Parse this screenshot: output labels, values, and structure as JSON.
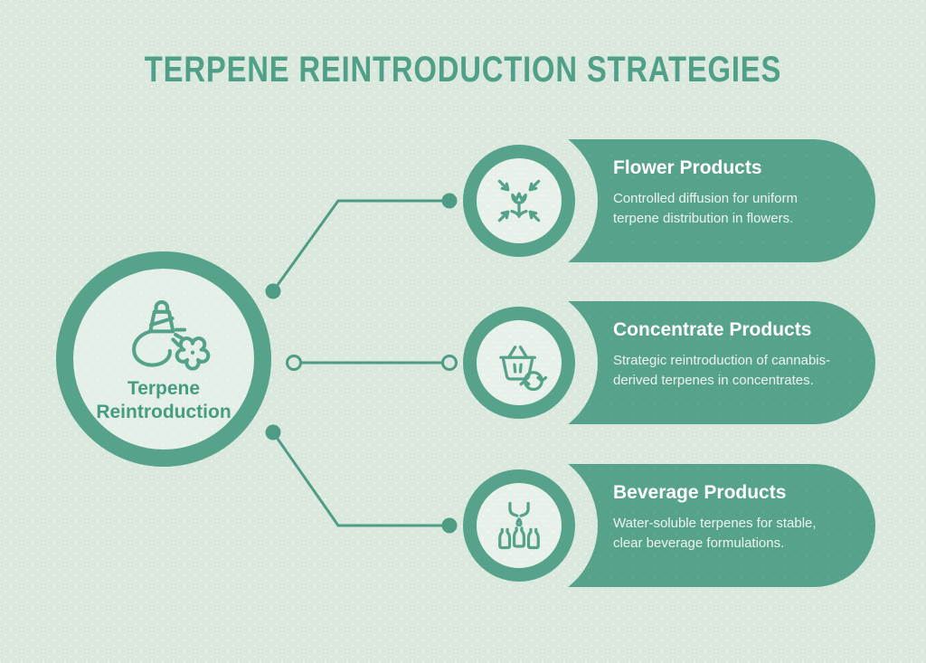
{
  "title": "TERPENE REINTRODUCTION STRATEGIES",
  "center": {
    "icon": "atomizer-flower-icon",
    "label_line1": "Terpene",
    "label_line2": "Reintroduction"
  },
  "branches": [
    {
      "icon": "flower-diffusion-icon",
      "title": "Flower Products",
      "description": "Controlled diffusion for uniform terpene distribution in flowers."
    },
    {
      "icon": "basket-recycle-icon",
      "title": "Concentrate Products",
      "description": "Strategic reintroduction of cannabis-derived terpenes in concentrates."
    },
    {
      "icon": "bottles-droplet-icon",
      "title": "Beverage Products",
      "description": "Water-soluble terpenes for stable, clear beverage formulations."
    }
  ],
  "colors": {
    "background": "#dae8de",
    "primary_teal": "#56a28a",
    "heading_teal": "#4fa087",
    "center_label_teal": "#459c81",
    "badge_inner": "#e8f1e9",
    "pill_title_text": "#ffffff",
    "pill_body_text": "#edf5ee"
  }
}
